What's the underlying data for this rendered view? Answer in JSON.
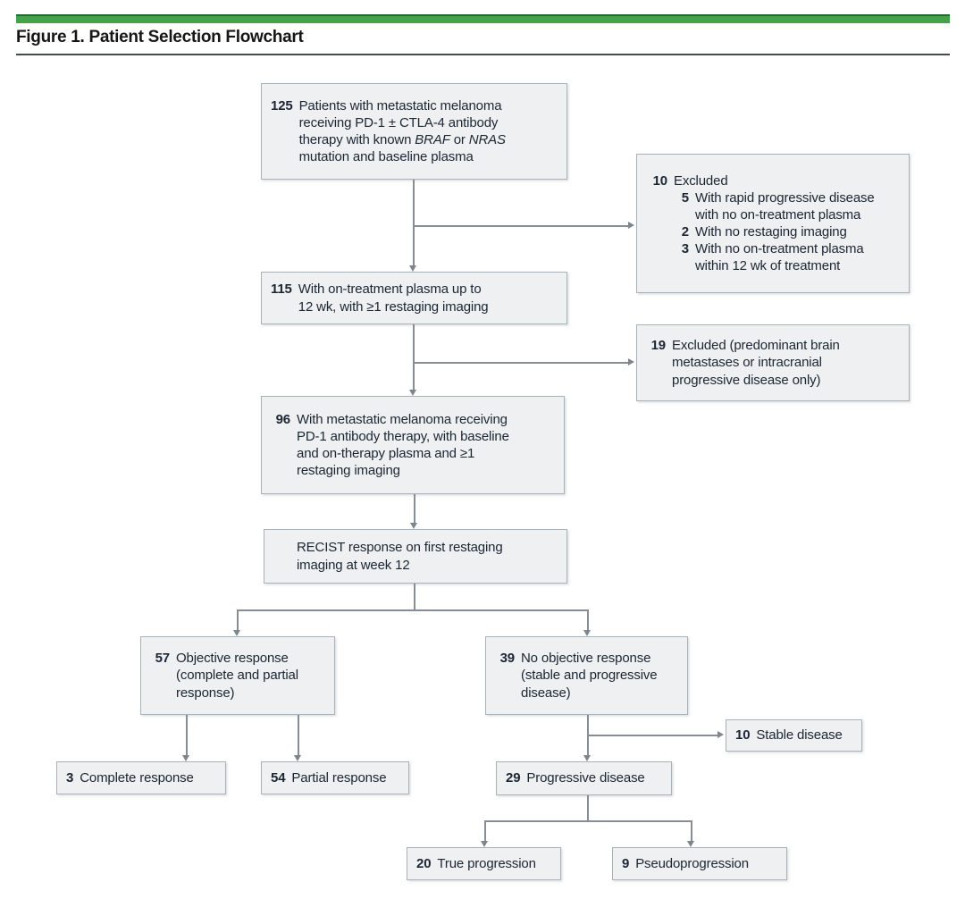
{
  "header": {
    "figure_title": "Figure 1. Patient Selection Flowchart"
  },
  "colors": {
    "accent_green": "#44a248",
    "title_rule": "#444a4f",
    "box_fill": "#eef0f1",
    "box_border": "#aab2b8",
    "connector": "#868d94",
    "text": "#1c2633"
  },
  "boxes": {
    "b125": {
      "num": "125",
      "t1": "Patients with metastatic melanoma\nreceiving PD-1 ± CTLA-4 antibody\ntherapy with known ",
      "gene1": "BRAF",
      "t2": " or ",
      "gene2": "NRAS",
      "t3": "\nmutation and baseline plasma"
    },
    "b10_excluded": {
      "num": "10",
      "label": "Excluded",
      "items": [
        {
          "num": "5",
          "text": "With rapid progressive disease\nwith no on-treatment plasma"
        },
        {
          "num": "2",
          "text": "With no restaging imaging"
        },
        {
          "num": "3",
          "text": "With no on-treatment plasma\nwithin 12 wk of treatment"
        }
      ]
    },
    "b115": {
      "num": "115",
      "text": "With on-treatment plasma up to\n12 wk, with ≥1 restaging imaging"
    },
    "b19_excluded": {
      "num": "19",
      "text": "Excluded (predominant brain\nmetastases or intracranial\nprogressive disease only)"
    },
    "b96": {
      "num": "96",
      "text": "With metastatic melanoma receiving\nPD-1 antibody therapy, with baseline\nand on-therapy plasma and ≥1\nrestaging imaging"
    },
    "recist": {
      "text": "RECIST response on first restaging\nimaging at week 12"
    },
    "b57": {
      "num": "57",
      "text": "Objective response\n(complete and partial\nresponse)"
    },
    "b39": {
      "num": "39",
      "text": "No objective response\n(stable and progressive\ndisease)"
    },
    "b3": {
      "num": "3",
      "text": "Complete response"
    },
    "b54": {
      "num": "54",
      "text": "Partial response"
    },
    "b10_stable": {
      "num": "10",
      "text": "Stable disease"
    },
    "b29": {
      "num": "29",
      "text": "Progressive disease"
    },
    "b20": {
      "num": "20",
      "text": "True progression"
    },
    "b9": {
      "num": "9",
      "text": "Pseudoprogression"
    }
  }
}
